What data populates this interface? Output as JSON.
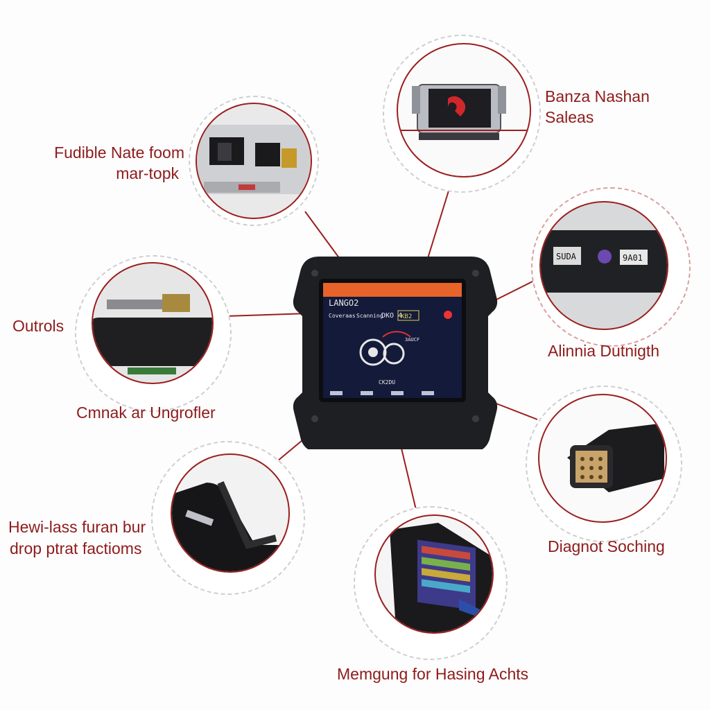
{
  "labels": {
    "banza": "Banza Nashan",
    "saleas": "Saleas",
    "fudible_line1": "Fudible Nate foom",
    "fudible_line2": "mar-topk",
    "outrols": "Outrols",
    "alinnia": "Alinnia Dutnigth",
    "cmnak": "Cmnak ar Ungrofler",
    "hewi_line1": "Hewi-lass furan bur",
    "hewi_line2": "drop ptrat factioms",
    "diagnot": "Diagnot  Soching",
    "memgung": "Memgung for Hasing Achts"
  },
  "device_screen": {
    "header": "LANGO2",
    "row1_left": "Coveraas",
    "row1_mid": "Scanning",
    "row1_code": "DKO 4",
    "row1_box": "KB2",
    "gauge_label": "3AUCF",
    "footer_code": "CK2DU"
  },
  "port_labels": {
    "left": "SUDA",
    "right": "9A01"
  },
  "colors": {
    "label_red": "#8e1b1b",
    "leader_red": "#9b1e1e",
    "device_body": "#1e1f22",
    "device_blue": "#2b4fa8",
    "screen_bg": "#141a3a",
    "screen_header": "#e8632a"
  }
}
